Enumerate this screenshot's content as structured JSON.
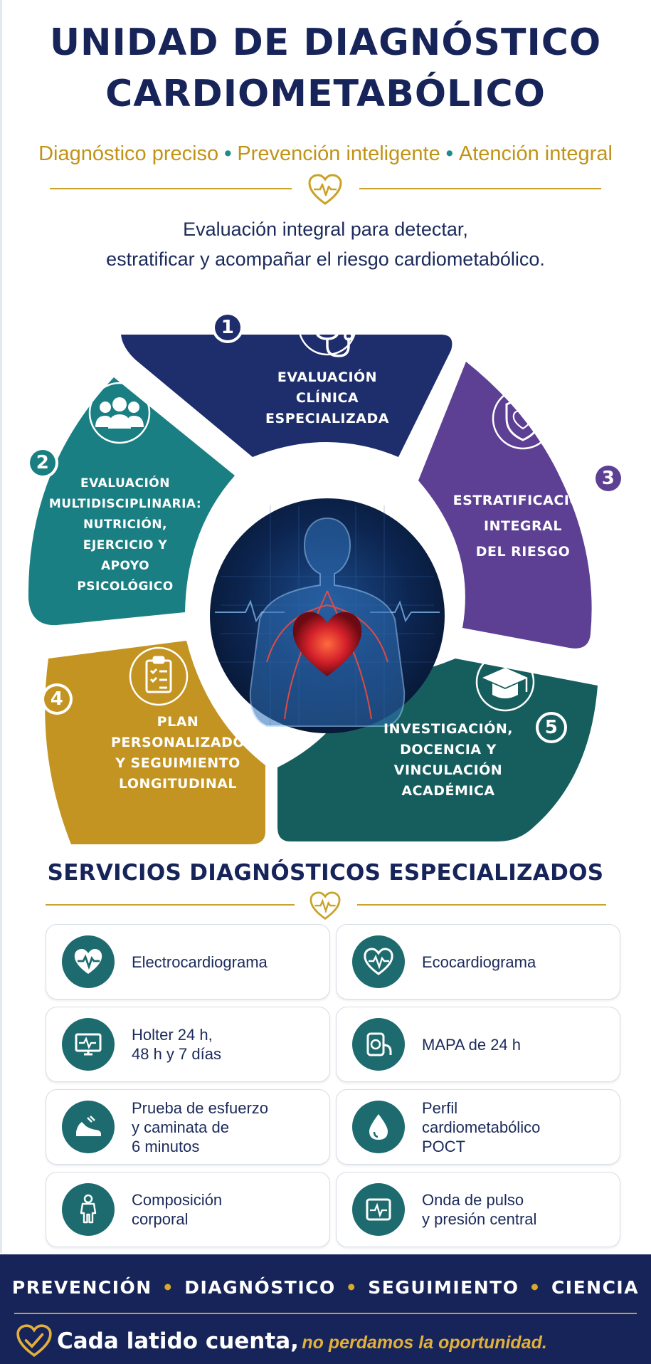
{
  "header": {
    "title_line1": "UNIDAD DE DIAGNÓSTICO",
    "title_line2": "CARDIOMETABÓLICO",
    "tagline": [
      "Diagnóstico preciso",
      "Prevención inteligente",
      "Atención integral"
    ],
    "intro_line1": "Evaluación integral para detectar,",
    "intro_line2": "estratificar y acompañar el riesgo cardiometabólico."
  },
  "wheel": {
    "segments": [
      {
        "number": "1",
        "lines": [
          "EVALUACIÓN",
          "CLÍNICA",
          "ESPECIALIZADA"
        ],
        "color": "#1e2d6b",
        "icon": "stethoscope-icon"
      },
      {
        "number": "2",
        "lines": [
          "EVALUACIÓN",
          "MULTIDISCIPLINARIA:",
          "NUTRICIÓN,",
          "EJERCICIO Y",
          "APOYO",
          "PSICOLÓGICO"
        ],
        "color": "#1a7f82",
        "icon": "group-icon"
      },
      {
        "number": "3",
        "lines": [
          "ESTRATIFICACIÓN",
          "INTEGRAL",
          "DEL RIESGO"
        ],
        "color": "#5d3f93",
        "icon": "shield-heart-icon"
      },
      {
        "number": "4",
        "lines": [
          "PLAN",
          "PERSONALIZADO",
          "Y SEGUIMIENTO",
          "LONGITUDINAL"
        ],
        "color": "#c39421",
        "icon": "clipboard-icon"
      },
      {
        "number": "5",
        "lines": [
          "INVESTIGACIÓN,",
          "DOCENCIA Y",
          "VINCULACIÓN",
          "ACADÉMICA"
        ],
        "color": "#165e5e",
        "icon": "graduation-cap-icon"
      }
    ]
  },
  "services": {
    "title": "SERVICIOS DIAGNÓSTICOS ESPECIALIZADOS",
    "items": [
      {
        "label": [
          "Electrocardiograma"
        ],
        "icon": "heart-ecg-icon"
      },
      {
        "label": [
          "Ecocardiograma"
        ],
        "icon": "heart-outline-ecg-icon"
      },
      {
        "label": [
          "Holter 24 h,",
          "48 h y 7 días"
        ],
        "icon": "monitor-icon"
      },
      {
        "label": [
          "MAPA de 24 h"
        ],
        "icon": "blood-pressure-icon"
      },
      {
        "label": [
          "Prueba de esfuerzo",
          "y caminata de",
          "6 minutos"
        ],
        "icon": "running-shoe-icon"
      },
      {
        "label": [
          "Perfil",
          "cardiometabólico",
          "POCT"
        ],
        "icon": "drop-icon"
      },
      {
        "label": [
          "Composición",
          "corporal"
        ],
        "icon": "body-icon"
      },
      {
        "label": [
          "Onda de pulso",
          "y presión central"
        ],
        "icon": "pulse-monitor-icon"
      }
    ]
  },
  "footer": {
    "pillars": [
      "PREVENCIÓN",
      "DIAGNÓSTICO",
      "SEGUIMIENTO",
      "CIENCIA"
    ],
    "slogan_main": "Cada latido cuenta,",
    "slogan_accent": "no perdamos la oportunidad."
  },
  "colors": {
    "navy": "#17245a",
    "gold": "#c9a227",
    "teal": "#1d6b6e",
    "purple": "#5d3f93"
  }
}
